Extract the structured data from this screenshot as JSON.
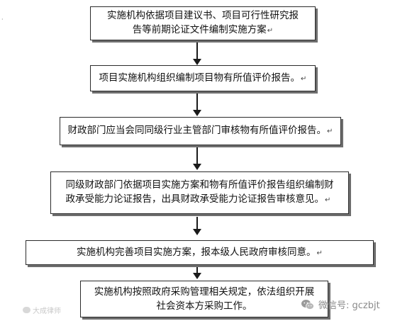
{
  "steps": [
    {
      "line1": "实施机构依据项目建议书、项目可行性研究报",
      "line2": "告等前期论证文件编制实施方案"
    },
    {
      "line1": "项目实施机构组织编制项目物有所值评价报告。"
    },
    {
      "line1": "财政部门应当会同同级行业主管部门审核物有所值评价报告。"
    },
    {
      "line1": "同级财政部门依据项目实施方案和物有所值评价报告组织编制财",
      "line2": "政承受能力论证报告，出具财政承受能力论证报告审核意见。"
    },
    {
      "line1": "实施机构完善项目实施方案，报本级人民政府审核同意。"
    },
    {
      "line1": "实施机构按照政府采购管理相关规定，依法组织开展",
      "line2": "社会资本方采购工作。"
    }
  ],
  "paragraph_mark": "↵",
  "watermark_left": "大成律师",
  "watermark_right": "微信号: gczbjt",
  "icons": {
    "wechat": "wechat-icon",
    "logo": "law-firm-logo-icon"
  }
}
